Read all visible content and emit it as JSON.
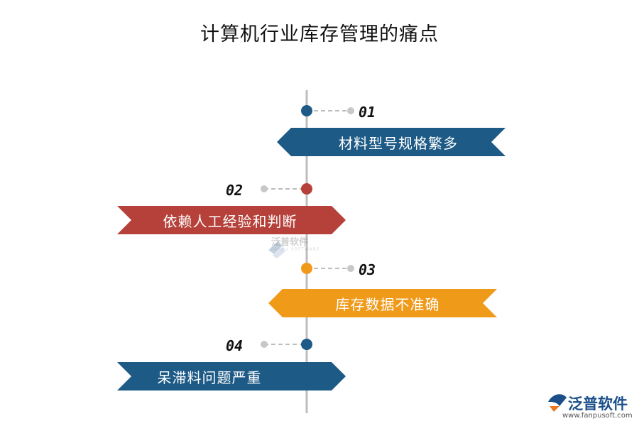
{
  "title": "计算机行业库存管理的痛点",
  "items": [
    {
      "number": "01",
      "label": "材料型号规格繁多",
      "color": "#1d5a85"
    },
    {
      "number": "02",
      "label": "依赖人工经验和判断",
      "color": "#b5413a"
    },
    {
      "number": "03",
      "label": "库存数据不准确",
      "color": "#f09a1a"
    },
    {
      "number": "04",
      "label": "呆滞料问题严重",
      "color": "#1d5a85"
    }
  ],
  "watermark": {
    "text": "泛普软件",
    "sub": "FANPU SOFTWARE"
  },
  "brand": {
    "name": "泛普软件",
    "url": "www.fanpusoft.com"
  }
}
